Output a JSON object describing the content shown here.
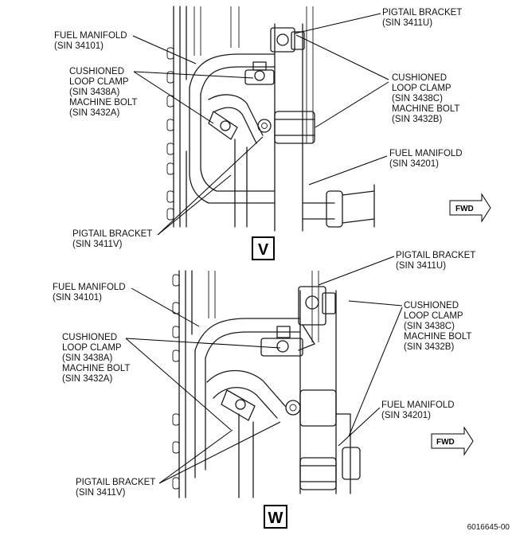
{
  "views": [
    {
      "letter": "V",
      "labels": {
        "pigtail_top_l1": "PIGTAIL BRACKET",
        "pigtail_top_l2": "(SIN 3411U)",
        "fuel_left_l1": "FUEL MANIFOLD",
        "fuel_left_l2": "(SIN 34101)",
        "clamp_left_l1": "CUSHIONED",
        "clamp_left_l2": "LOOP CLAMP",
        "clamp_left_l3": "(SIN 3438A)",
        "clamp_left_l4": "MACHINE BOLT",
        "clamp_left_l5": "(SIN 3432A)",
        "clamp_right_l1": "CUSHIONED",
        "clamp_right_l2": "LOOP CLAMP",
        "clamp_right_l3": "(SIN 3438C)",
        "clamp_right_l4": "MACHINE BOLT",
        "clamp_right_l5": "(SIN 3432B)",
        "fuel_right_l1": "FUEL MANIFOLD",
        "fuel_right_l2": "(SIN 34201)",
        "pigtail_bottom_l1": "PIGTAIL BRACKET",
        "pigtail_bottom_l2": "(SIN 3411V)"
      },
      "fwd": "FWD"
    },
    {
      "letter": "W",
      "labels": {
        "pigtail_top_l1": "PIGTAIL BRACKET",
        "pigtail_top_l2": "(SIN 3411U)",
        "fuel_left_l1": "FUEL MANIFOLD",
        "fuel_left_l2": "(SIN 34101)",
        "clamp_left_l1": "CUSHIONED",
        "clamp_left_l2": "LOOP CLAMP",
        "clamp_left_l3": "(SIN 3438A)",
        "clamp_left_l4": "MACHINE BOLT",
        "clamp_left_l5": "(SIN 3432A)",
        "clamp_right_l1": "CUSHIONED",
        "clamp_right_l2": "LOOP CLAMP",
        "clamp_right_l3": "(SIN 3438C)",
        "clamp_right_l4": "MACHINE BOLT",
        "clamp_right_l5": "(SIN 3432B)",
        "fuel_right_l1": "FUEL MANIFOLD",
        "fuel_right_l2": "(SIN 34201)",
        "pigtail_bottom_l1": "PIGTAIL BRACKET",
        "pigtail_bottom_l2": "(SIN 3411V)"
      },
      "fwd": "FWD"
    }
  ],
  "figure_id": "6016645-00"
}
